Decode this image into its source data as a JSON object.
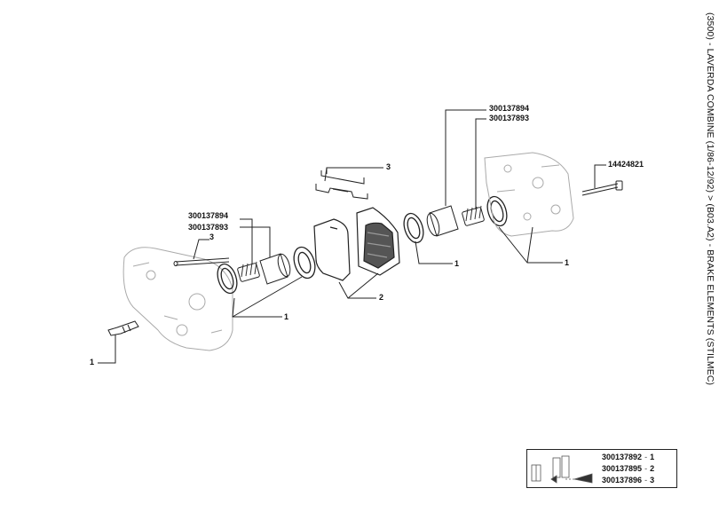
{
  "title": "(3500) - LAVERDA COMBINE (1/86-12/92) > (B03.A2) - BRAKE ELEMENTS (STILMEC)",
  "callouts": {
    "pn_left_a": "300137894",
    "pn_left_b": "300137893",
    "pn_right_a": "300137894",
    "pn_right_b": "300137893",
    "pn_bolt": "14424821",
    "ref_3_top": "3",
    "ref_3_left": "3",
    "ref_2": "2",
    "ref_1_bottom_left": "1",
    "ref_1_left_seal": "1",
    "ref_1_mid": "1",
    "ref_1_right": "1"
  },
  "kit": [
    {
      "part": "300137892",
      "sep": "-",
      "ref": "1"
    },
    {
      "part": "300137895",
      "sep": "-",
      "ref": "2"
    },
    {
      "part": "300137896",
      "sep": "-",
      "ref": "3"
    }
  ]
}
